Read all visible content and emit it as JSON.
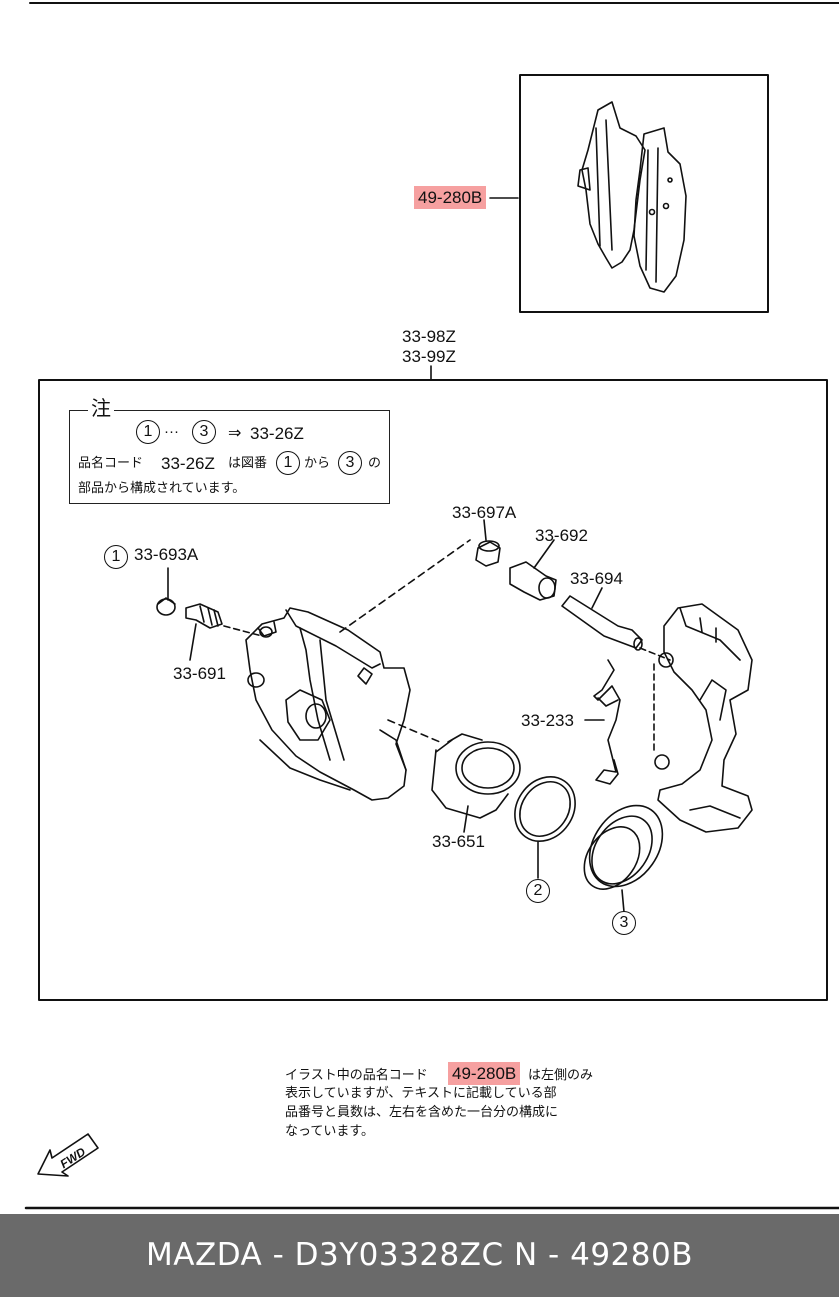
{
  "diagram": {
    "brake_pad_part": "49-280B",
    "assembly_parts": [
      "33-98Z",
      "33-99Z"
    ],
    "note": {
      "title": "注",
      "range_start": "1",
      "range_end": "3",
      "range_sep": "···",
      "arrow": "⇒",
      "kit_part": "33-26Z",
      "line2_prefix": "品名コード",
      "line2_part": "33-26Z",
      "line2_mid": "は図番",
      "line2_from": "1",
      "line2_kara": "から",
      "line2_to": "3",
      "line2_no": "の",
      "line3": "部品から構成されています。"
    },
    "callouts": {
      "p1_marker": "1",
      "p1_part": "33-693A",
      "p_bleeder": "33-691",
      "p_bush": "33-697A",
      "p_boot": "33-692",
      "p_pin": "33-694",
      "p_spring": "33-233",
      "p_piston": "33-651",
      "p2_marker": "2",
      "p3_marker": "3"
    },
    "bottom_note": {
      "line1_prefix": "イラスト中の品名コード",
      "line1_part": "49-280B",
      "line1_suffix": "は左側のみ",
      "line2": "表示していますが、テキストに記載している部",
      "line3": "品番号と員数は、左右を含めた一台分の構成に",
      "line4": "なっています。"
    },
    "fwd_label": "FWD"
  },
  "footer": {
    "text": "MAZDA - D3Y03328ZC     N - 49280B"
  },
  "colors": {
    "highlight": "#f6a0a0",
    "footer_bg": "#6a6a6a",
    "footer_text": "#ffffff"
  }
}
